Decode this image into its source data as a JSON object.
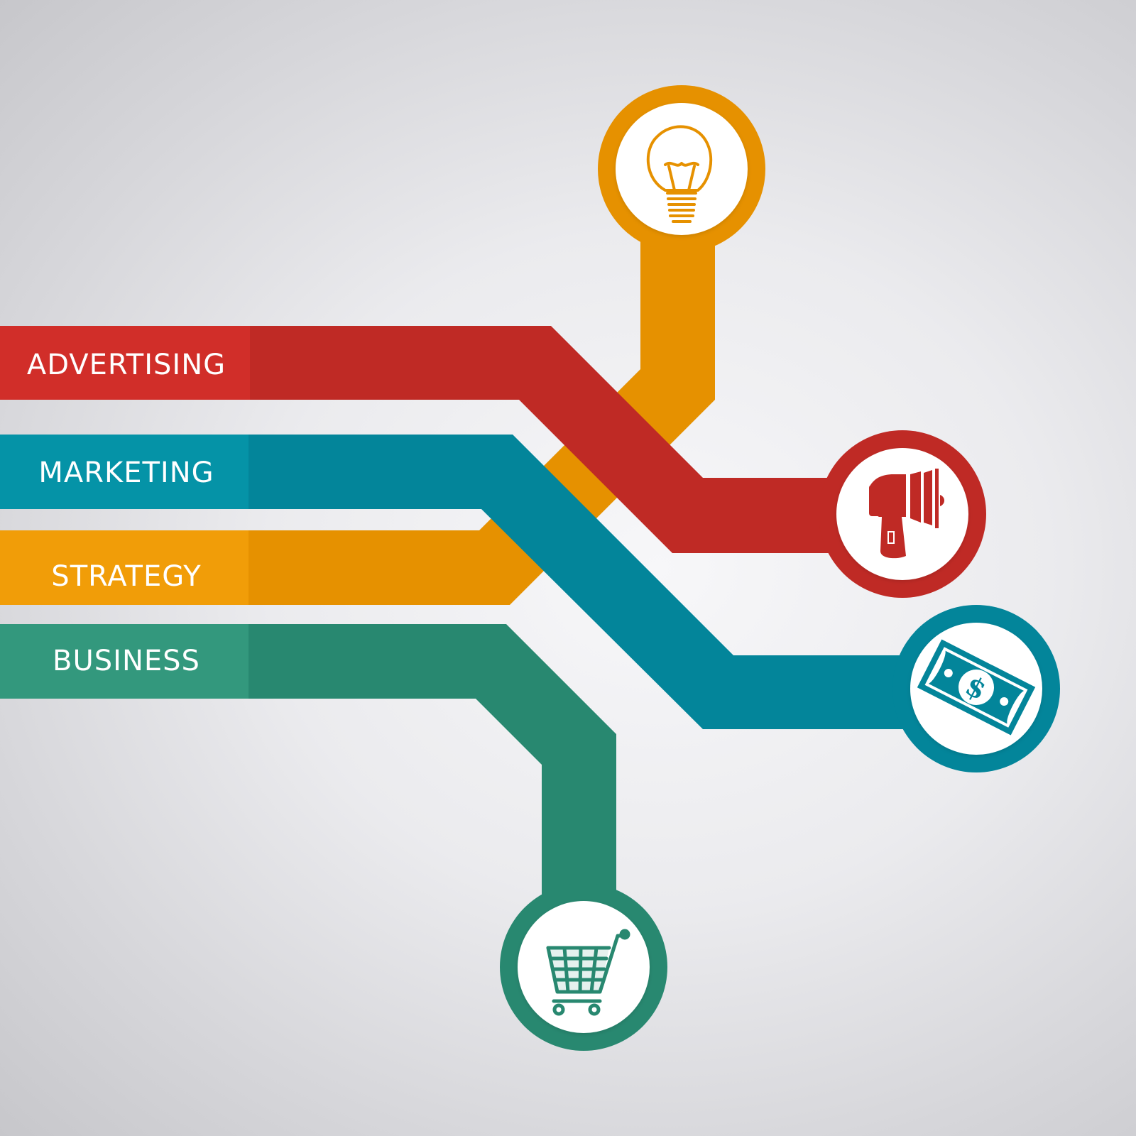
{
  "diagram": {
    "branches": [
      {
        "id": "advertising",
        "label": "ADVERTISING",
        "color": "#bf2a25",
        "tab_color": "#d12e29",
        "icon": "megaphone-icon"
      },
      {
        "id": "marketing",
        "label": "MARKETING",
        "color": "#03859a",
        "tab_color": "#0593a7",
        "icon": "money-bill-icon"
      },
      {
        "id": "strategy",
        "label": "STRATEGY",
        "color": "#e69100",
        "tab_color": "#f19d08",
        "icon": "lightbulb-icon"
      },
      {
        "id": "business",
        "label": "BUSINESS",
        "color": "#288870",
        "tab_color": "#33987d",
        "icon": "shopping-cart-icon"
      }
    ]
  }
}
